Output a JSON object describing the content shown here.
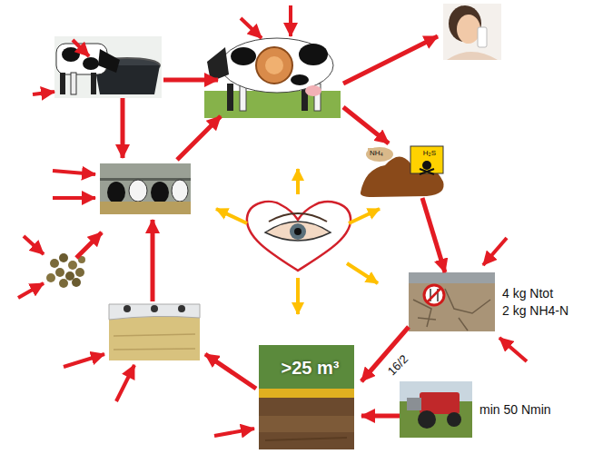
{
  "diagram": {
    "nodes": [
      {
        "text": [
          "NH₄",
          "H₂S"
        ]
      },
      {
        "text": [
          "4 kg Ntot",
          "2 kg NH4-N"
        ]
      },
      {
        "text": [
          ">25 m³"
        ]
      },
      {
        "text": [
          "min 50 Nmin"
        ]
      }
    ],
    "edges": [
      {
        "from": 0,
        "to": 1,
        "arrow": "to"
      },
      {
        "from": 1,
        "to": 2,
        "label": "16/2",
        "arrow": "to"
      },
      {
        "from": 3,
        "to": 2,
        "arrow": "to"
      }
    ]
  }
}
